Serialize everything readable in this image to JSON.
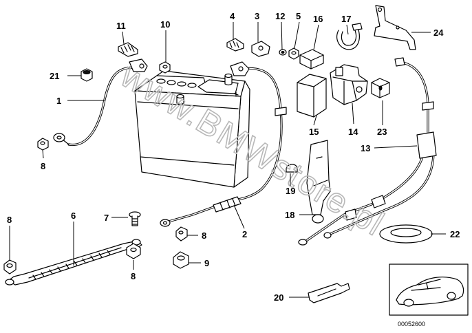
{
  "watermark": "www.BMWstore.pl",
  "diagram_code": "00052600",
  "parts": [
    {
      "id": "p1",
      "label": "1"
    },
    {
      "id": "p2",
      "label": "2"
    },
    {
      "id": "p3",
      "label": "3"
    },
    {
      "id": "p4",
      "label": "4"
    },
    {
      "id": "p5",
      "label": "5"
    },
    {
      "id": "p6",
      "label": "6"
    },
    {
      "id": "p7",
      "label": "7"
    },
    {
      "id": "p8a",
      "label": "8"
    },
    {
      "id": "p8b",
      "label": "8"
    },
    {
      "id": "p8c",
      "label": "8"
    },
    {
      "id": "p8d",
      "label": "8"
    },
    {
      "id": "p9",
      "label": "9"
    },
    {
      "id": "p10",
      "label": "10"
    },
    {
      "id": "p11",
      "label": "11"
    },
    {
      "id": "p12",
      "label": "12"
    },
    {
      "id": "p13",
      "label": "13"
    },
    {
      "id": "p14",
      "label": "14"
    },
    {
      "id": "p15",
      "label": "15"
    },
    {
      "id": "p16",
      "label": "16"
    },
    {
      "id": "p17",
      "label": "17"
    },
    {
      "id": "p18",
      "label": "18"
    },
    {
      "id": "p19",
      "label": "19"
    },
    {
      "id": "p20",
      "label": "20"
    },
    {
      "id": "p21",
      "label": "21"
    },
    {
      "id": "p22",
      "label": "22"
    },
    {
      "id": "p23",
      "label": "23"
    },
    {
      "id": "p24",
      "label": "24"
    }
  ]
}
